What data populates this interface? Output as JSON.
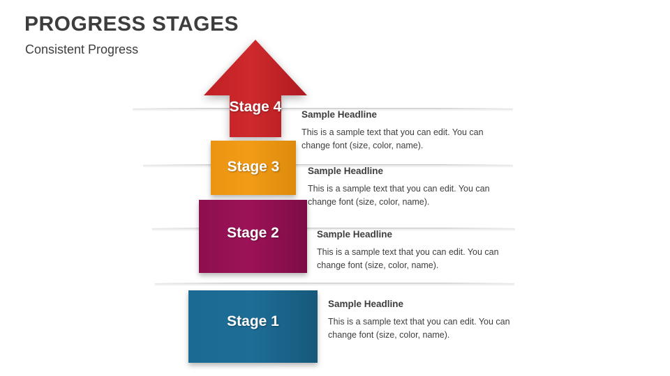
{
  "slide": {
    "title": "PROGRESS STAGES",
    "subtitle": "Consistent Progress"
  },
  "stages": [
    {
      "id": "stage-4",
      "label": "Stage 4",
      "color": "#cc2229",
      "headline": "Sample Headline",
      "body": "This is a sample text that you can edit. You can change font (size, color, name)."
    },
    {
      "id": "stage-3",
      "label": "Stage 3",
      "color": "#f29c16",
      "headline": "Sample Headline",
      "body": "This is a sample text that you can edit. You can change font (size, color, name)."
    },
    {
      "id": "stage-2",
      "label": "Stage 2",
      "color": "#9d1258",
      "headline": "Sample Headline",
      "body": "This is a sample text that you can edit. You can change font (size, color, name)."
    },
    {
      "id": "stage-1",
      "label": "Stage 1",
      "color": "#1d6d96",
      "headline": "Sample Headline",
      "body": "This is a sample text that you can edit. You can change font (size, color, name)."
    }
  ]
}
